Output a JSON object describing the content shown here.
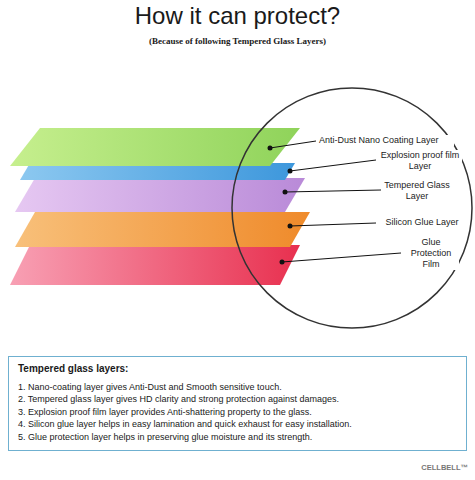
{
  "diagram": {
    "title": "How it can protect?",
    "nodes": [
      {
        "text": [
          "Tempered glass layers:",
          "1. Nano-coating layer gives Anti-Dust and Smooth sensitive touch.",
          "2. Tempered glass layer gives HD clarity and strong protection against damages.",
          "3. Explosion proof film layer provides Anti-shattering property to the glass.",
          "4. Silicon glue layer helps in easy lamination and quick exhaust for easy installation.",
          "5. Glue protection layer helps in preserving glue moisture and its strength."
        ]
      }
    ],
    "labels": [
      "(Because of following Tempered Glass Layers)",
      "Anti-Dust Nano Coating Layer",
      "Explosion proof film Layer",
      "Tempered Glass Layer",
      "Silicon Glue Layer",
      "Glue Protection Film",
      "CELLBELL™"
    ]
  }
}
